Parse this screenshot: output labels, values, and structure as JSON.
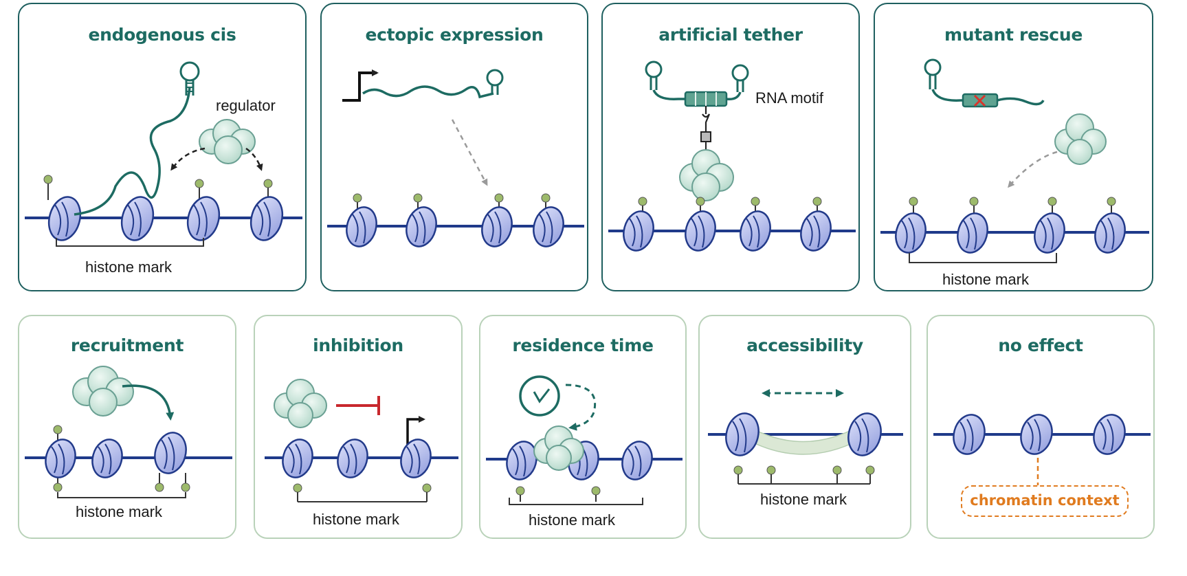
{
  "panels": {
    "endogenous_cis": {
      "title": "endogenous cis",
      "regulator_label": "regulator",
      "mark_label": "histone mark"
    },
    "ectopic_expression": {
      "title": "ectopic expression"
    },
    "artificial_tether": {
      "title": "artificial tether",
      "motif_label": "RNA motif"
    },
    "mutant_rescue": {
      "title": "mutant rescue",
      "mark_label": "histone mark"
    },
    "recruitment": {
      "title": "recruitment",
      "mark_label": "histone mark"
    },
    "inhibition": {
      "title": "inhibition",
      "mark_label": "histone mark"
    },
    "residence_time": {
      "title": "residence time",
      "mark_label": "histone mark"
    },
    "accessibility": {
      "title": "accessibility",
      "mark_label": "histone mark"
    },
    "no_effect": {
      "title": "no effect",
      "context_label": "chromatin context"
    }
  },
  "colors": {
    "panel_border_top": "#1e5f5f",
    "panel_border_bottom": "#b9d2b9",
    "title_teal": "#1d6b62",
    "dna_navy": "#1f3a8a",
    "nucleosome": "#aab3e6",
    "protein": "#cfe5dc",
    "histone_mark": "#9dba6b",
    "inhibit_red": "#c8282d",
    "context_orange": "#e07b1f"
  },
  "icons": [
    "rna-hairpin-icon",
    "protein-complex-icon",
    "nucleosome-icon",
    "promoter-arrow-icon",
    "clock-icon",
    "mutation-x-icon",
    "histone-mark-icon"
  ]
}
